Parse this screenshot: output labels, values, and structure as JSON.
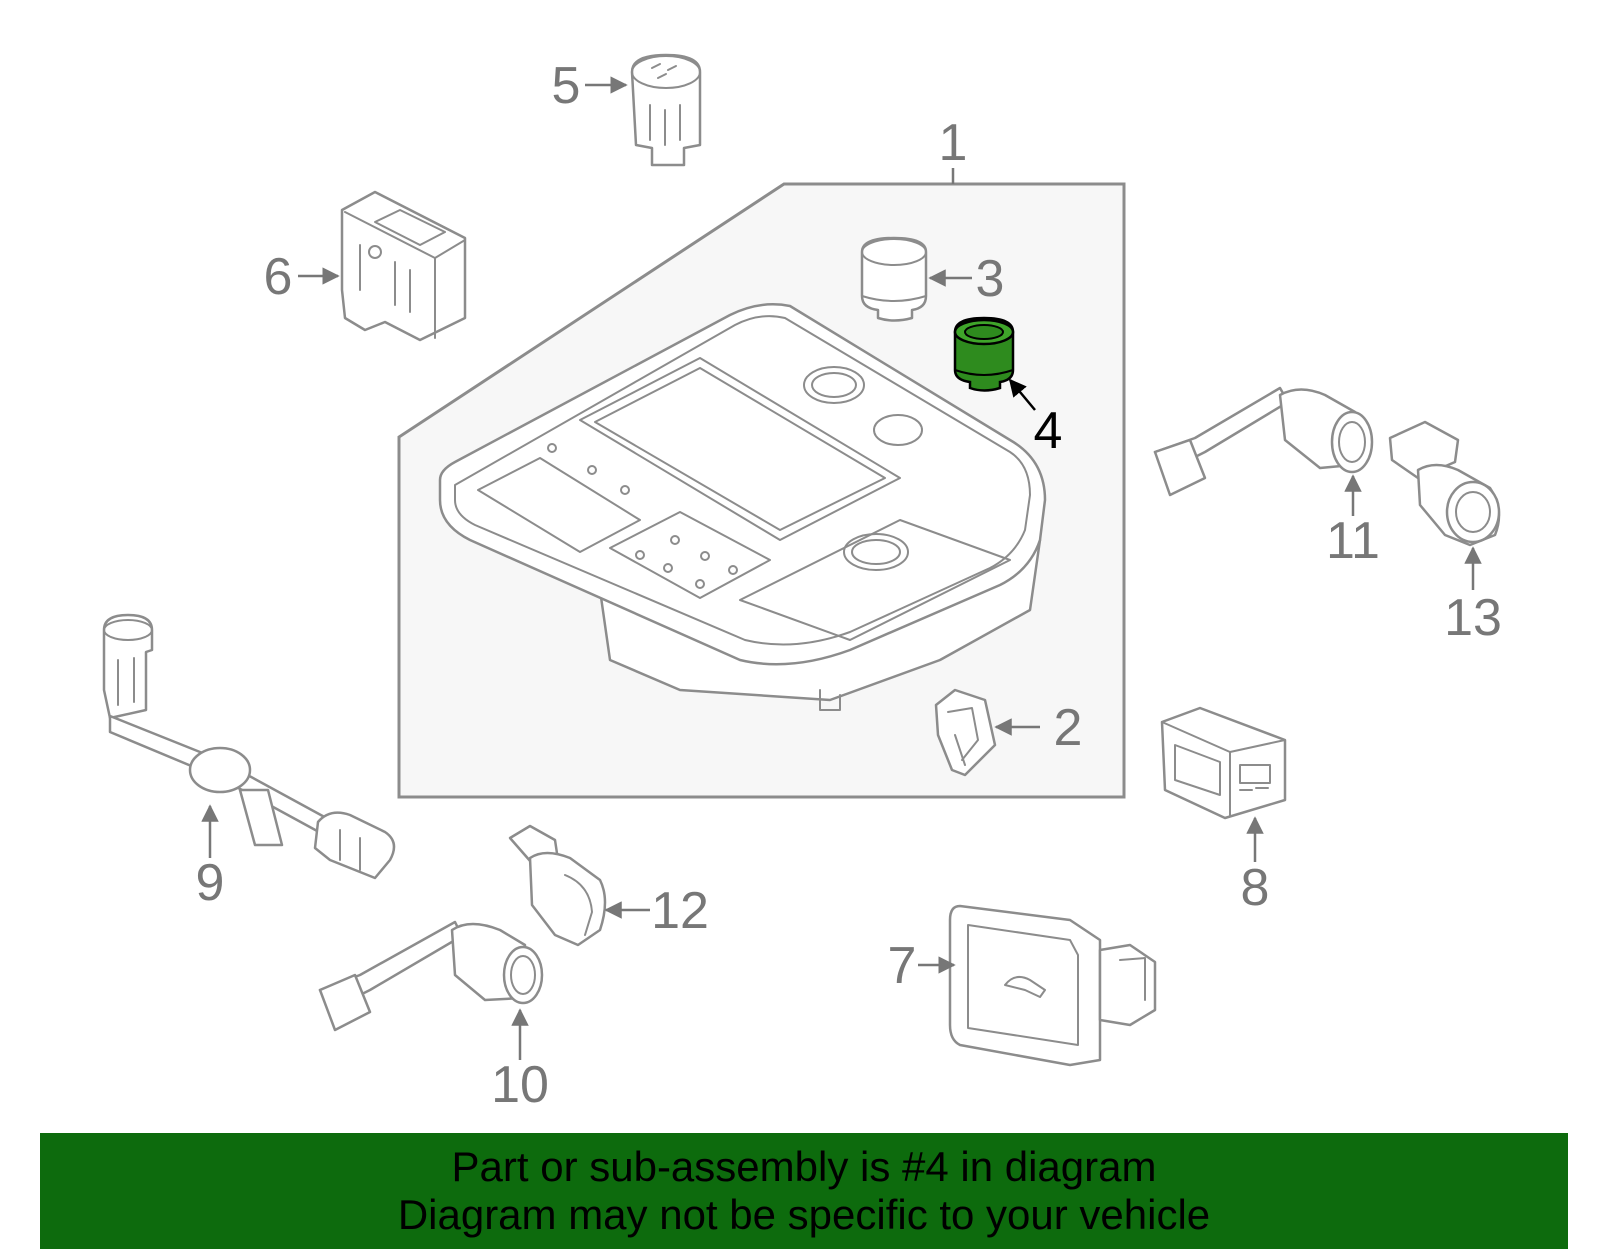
{
  "diagram": {
    "highlighted_part": "4",
    "highlight_color": "#2e8b1e",
    "callouts": [
      "1",
      "2",
      "3",
      "4",
      "5",
      "6",
      "7",
      "8",
      "9",
      "10",
      "11",
      "12",
      "13"
    ]
  },
  "banner": {
    "line1": "Part or sub-assembly is #4 in diagram",
    "line2": "Diagram may not be specific to your vehicle",
    "background": "#0d6b0d"
  }
}
